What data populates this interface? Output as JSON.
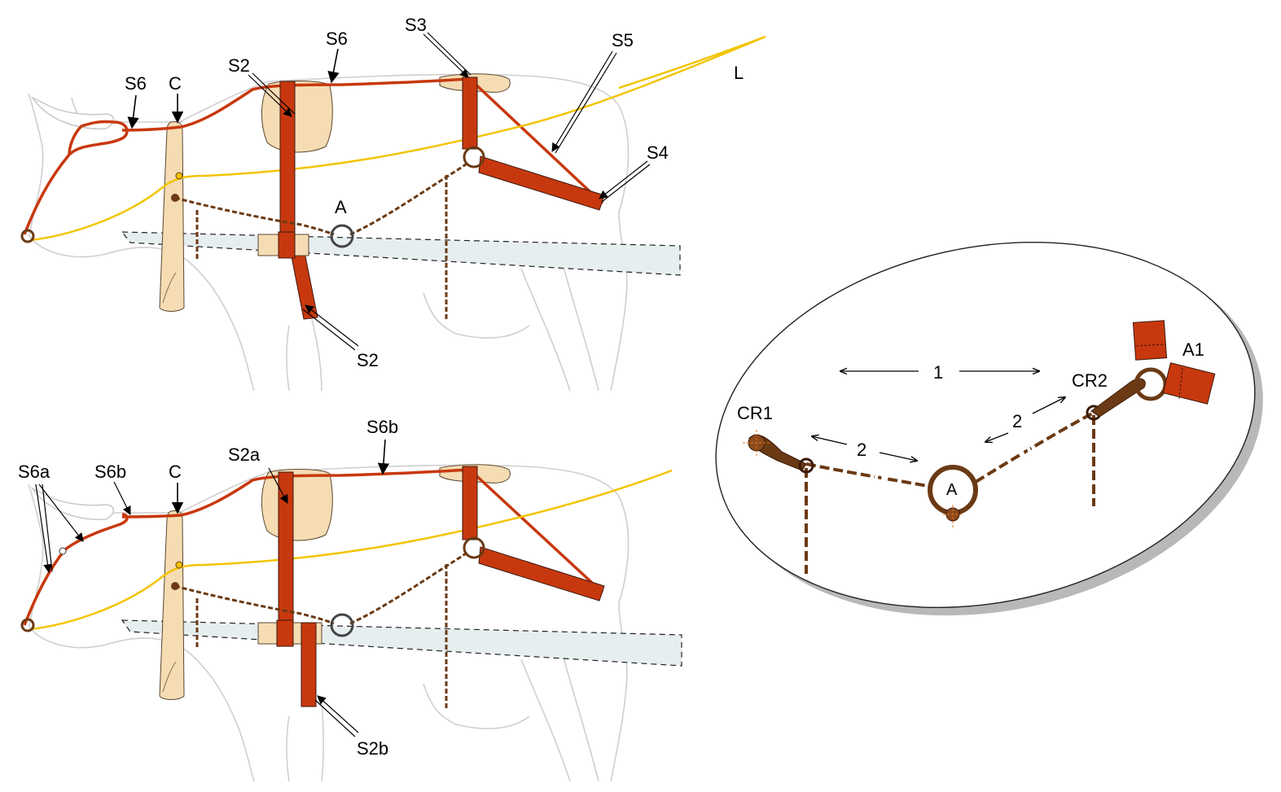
{
  "top_diagram": {
    "labels": {
      "s6_head": "S6",
      "c": "C",
      "s2_top": "S2",
      "s6_back": "S6",
      "s3": "S3",
      "s5": "S5",
      "l": "L",
      "s4": "S4",
      "a": "A",
      "s2_bottom": "S2"
    }
  },
  "bottom_diagram": {
    "labels": {
      "s6a": "S6a",
      "s6b_head": "S6b",
      "c": "C",
      "s2a": "S2a",
      "s6b_back": "S6b",
      "s2b": "S2b"
    }
  },
  "detail_oval": {
    "labels": {
      "dim_1": "1",
      "dim_2_left": "2",
      "dim_2_right": "2",
      "cr1": "CR1",
      "cr2": "CR2",
      "a": "A",
      "a1": "A1"
    }
  },
  "colors": {
    "strap": "#c8380e",
    "rein": "#f2c400",
    "pad": "#f5dcb3",
    "chain": "#6b3a14",
    "shaft": "#e6eef0"
  }
}
